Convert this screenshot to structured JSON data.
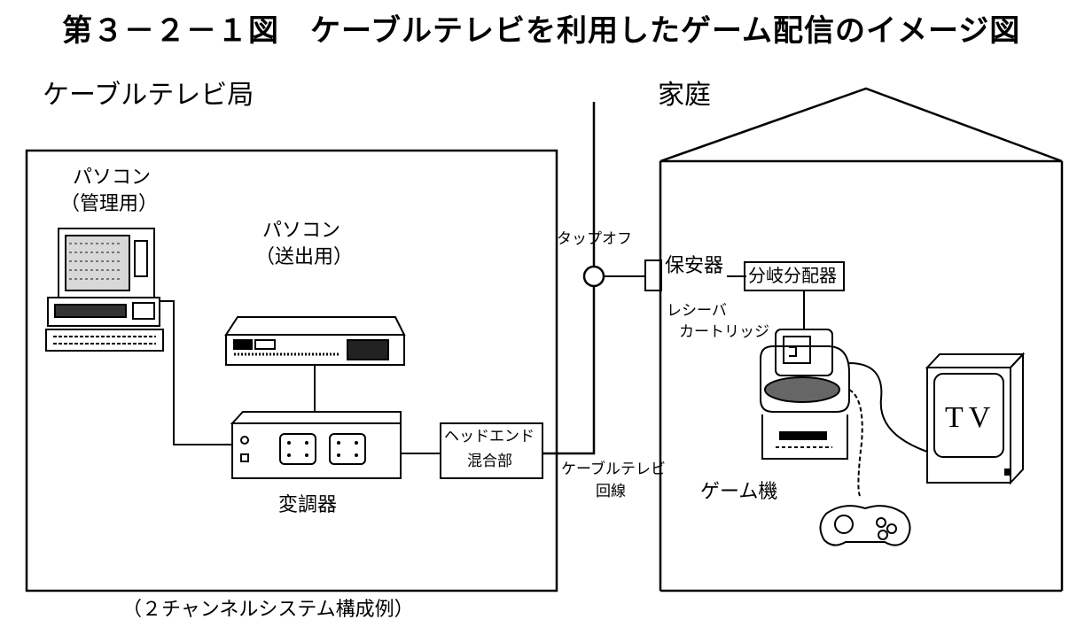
{
  "title": "第３－２－１図　ケーブルテレビを利用したゲーム配信のイメージ図",
  "station": {
    "label": "ケーブルテレビ局",
    "pc_admin": {
      "line1": "パソコン",
      "line2": "（管理用）"
    },
    "pc_send": {
      "line1": "パソコン",
      "line2": "（送出用）"
    },
    "modulator": "変調器",
    "headend": {
      "line1": "ヘッドエンド",
      "line2": "混合部"
    },
    "caption": "（２チャンネルシステム構成例）"
  },
  "network": {
    "tapoff": "タップオフ",
    "cable": {
      "line1": "ケーブルテレビ",
      "line2": "回線"
    }
  },
  "home": {
    "label": "家庭",
    "protector": "保安器",
    "splitter": "分岐分配器",
    "receiver": {
      "line1": "レシーバ",
      "line2": "カートリッジ"
    },
    "console": "ゲーム機",
    "tv": "TV"
  }
}
